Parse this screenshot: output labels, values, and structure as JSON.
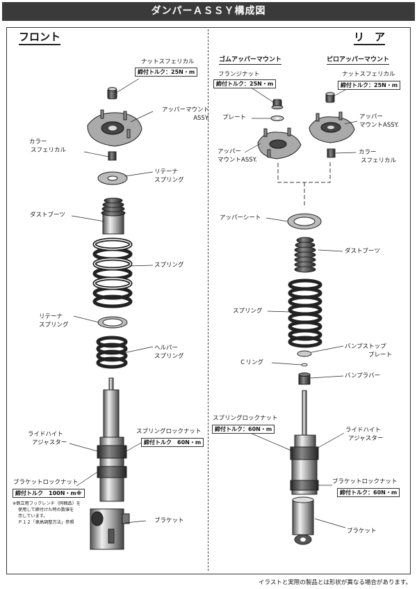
{
  "header": {
    "title": "ダンパーＡＳＳＹ構成図"
  },
  "front": {
    "title": "フロント",
    "nut_spherical": "ナットスフェリカル",
    "nut_torque": "締付トルク：25N・m",
    "upper_mount": [
      "アッパーマウント",
      "ASSY."
    ],
    "collar_spherical": [
      "カラー",
      "スフェリカル"
    ],
    "retainer_spring_top": [
      "リテーナ",
      "スプリング"
    ],
    "dust_boot": "ダストブーツ",
    "spring": "スプリング",
    "retainer_spring_mid": [
      "リテーナ",
      "スプリング"
    ],
    "helper_spring": [
      "ヘルパー",
      "スプリング"
    ],
    "ride_height_adjuster": [
      "ライドハイト",
      "アジャスター"
    ],
    "spring_lock_nut": "スプリングロックナット",
    "spring_lock_torque": "締付トルク　60N・m",
    "bracket_lock_nut": "ブラケットロックナット",
    "bracket_lock_torque": "締付トルク　100N・m※",
    "note": [
      "※倒立用フックレンチ（同梱品）を",
      "使用して締付けた時の数値を",
      "示しています。",
      "Ｐ１２「車高調整方法」参照"
    ],
    "bracket": "ブラケット"
  },
  "rear": {
    "title": "リ　ア",
    "rubber_mount_title": "ゴムアッパーマウント",
    "pillow_mount_title": "ピロアッパーマウント",
    "flange_nut": "フランジナット",
    "flange_torque": "締付トルク：25N・m",
    "nut_spherical": "ナットスフェリカル",
    "nut_torque": "締付トルク：25N・m",
    "plate": "プレート",
    "upper_mount_pillow": [
      "アッパー",
      "マウントASSY."
    ],
    "upper_mount_rubber": [
      "アッパー",
      "マウントASSY."
    ],
    "collar_spherical": [
      "カラー",
      "スフェリカル"
    ],
    "upper_seat": "アッパーシート",
    "dust_boot": "ダストブーツ",
    "spring": "スプリング",
    "bump_stop_plate": [
      "バンプストップ",
      "プレート"
    ],
    "c_ring": "Ｃリング",
    "bump_rubber": "バンプラバー",
    "spring_lock_nut": "スプリングロックナット",
    "spring_lock_torque": "締付トルク：60N・m",
    "ride_height_adjuster": [
      "ライドハイト",
      "アジャスター"
    ],
    "bracket_lock_nut": "ブラケットロックナット",
    "bracket_lock_torque": "締付トルク：60N・m",
    "bracket": "ブラケット"
  },
  "footer": {
    "disclaimer": "イラストと実際の製品とは形状が異なる場合があります。"
  }
}
